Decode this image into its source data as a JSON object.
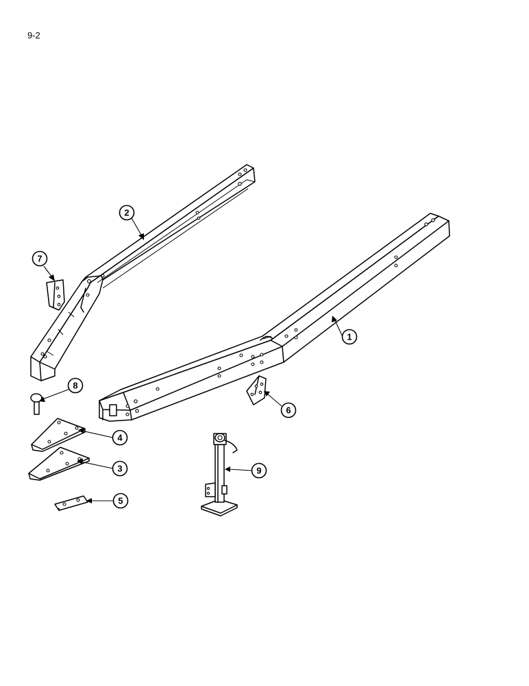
{
  "page": {
    "number": "9-2"
  },
  "callouts": [
    {
      "id": "1",
      "label": "1"
    },
    {
      "id": "2",
      "label": "2"
    },
    {
      "id": "3",
      "label": "3"
    },
    {
      "id": "4",
      "label": "4"
    },
    {
      "id": "5",
      "label": "5"
    },
    {
      "id": "6",
      "label": "6"
    },
    {
      "id": "7",
      "label": "7"
    },
    {
      "id": "8",
      "label": "8"
    },
    {
      "id": "9",
      "label": "9"
    }
  ]
}
